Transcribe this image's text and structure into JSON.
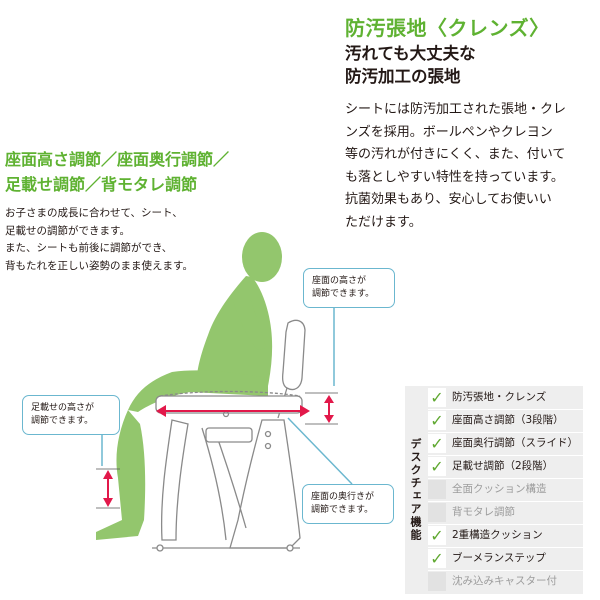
{
  "top": {
    "title": "防汚張地〈クレンズ〉",
    "subtitle_lines": [
      "汚れても大丈夫な",
      "防汚加工の張地"
    ],
    "body_lines": [
      "シートには防汚加工された張地・クレ",
      "ンズを採用。ボールペンやクレヨン",
      "等の汚れが付きにくく、また、付いて",
      "も落としやすい特性を持っています。",
      "抗菌効果もあり、安心してお使いい",
      "ただけます。"
    ]
  },
  "left": {
    "title_lines": [
      "座面高さ調節／座面奥行調節／",
      "足載せ調節／背モタレ調節"
    ],
    "body_lines": [
      "お子さまの成長に合わせて、シート、",
      "足載せの調節ができます。",
      "また、シートも前後に調節ができ、",
      "背もたれを正しい姿勢のまま使えます。"
    ]
  },
  "callouts": {
    "seat_height": [
      "座面の高さが",
      "調節できます。"
    ],
    "footrest_height": [
      "足載せの高さが",
      "調節できます。"
    ],
    "seat_depth": [
      "座面の奥行きが",
      "調節できます。"
    ]
  },
  "features": {
    "heading": "デスクチェア機能",
    "items": [
      {
        "label": "防汚張地・クレンズ",
        "checked": true
      },
      {
        "label": "座面高さ調節（3段階）",
        "checked": true
      },
      {
        "label": "座面奥行調節（スライド）",
        "checked": true
      },
      {
        "label": "足載せ調節（2段階）",
        "checked": true
      },
      {
        "label": "全面クッション構造",
        "checked": false
      },
      {
        "label": "背モタレ調節",
        "checked": false
      },
      {
        "label": "2重構造クッション",
        "checked": true
      },
      {
        "label": "ブーメランステップ",
        "checked": true
      },
      {
        "label": "沈み込みキャスター付",
        "checked": false
      }
    ],
    "check_glyph": "✓"
  },
  "colors": {
    "accent_green": "#5fb232",
    "figure_green": "#93c66d",
    "callout_blue": "#6bb7cf",
    "arrow_red": "#e2184a",
    "panel_gray": "#eeeeee"
  },
  "icons": {
    "check": "check-icon",
    "arrow": "double-arrow-icon"
  }
}
